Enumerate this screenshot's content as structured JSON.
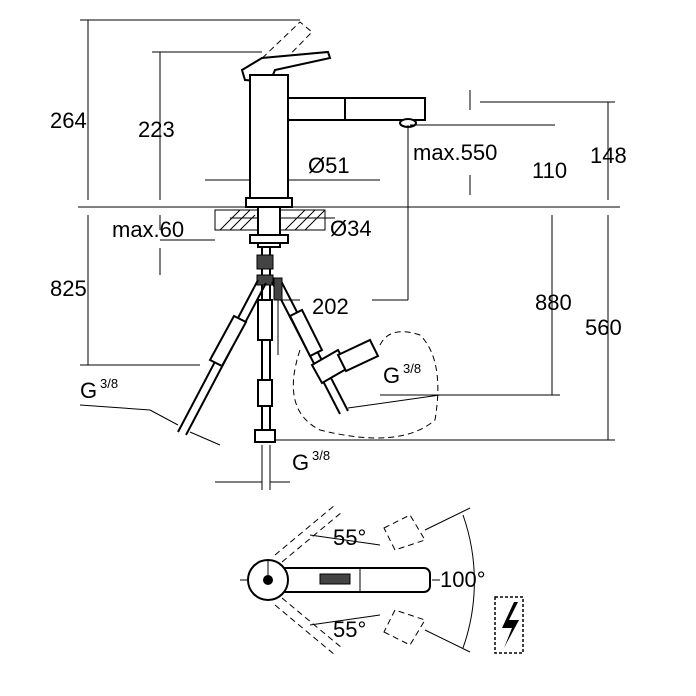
{
  "dimensions": {
    "total_height": "264",
    "spout_height": "223",
    "pull_out": "max.550",
    "spout_diameter": "Ø51",
    "hole_diameter": "Ø34",
    "deck_thickness": "max.60",
    "hose_length": "825",
    "spout_reach": "202",
    "outlet_to_deck": "110",
    "outlet_drop": "148",
    "below_deck_total": "880",
    "below_deck_body": "560",
    "thread_left": "G",
    "thread_left_fraction": "3/8",
    "thread_center": "G",
    "thread_center_fraction": "3/8",
    "thread_right": "G",
    "thread_right_fraction": "3/8",
    "swivel_upper": "55°",
    "swivel_lower": "55°",
    "swivel_total": "100°"
  },
  "colors": {
    "line": "#000000",
    "background": "#ffffff",
    "fill_dark": "#444444"
  },
  "icons": {
    "electrical_warning": "lightning-bolt-icon"
  }
}
